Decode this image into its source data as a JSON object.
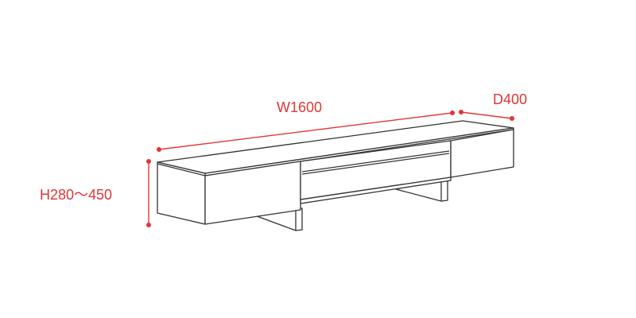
{
  "dimensions": {
    "width_label": "W1600",
    "depth_label": "D400",
    "height_label": "H280～450"
  },
  "colors": {
    "dimension": "#e03535",
    "outline": "#333333",
    "background": "#ffffff"
  }
}
